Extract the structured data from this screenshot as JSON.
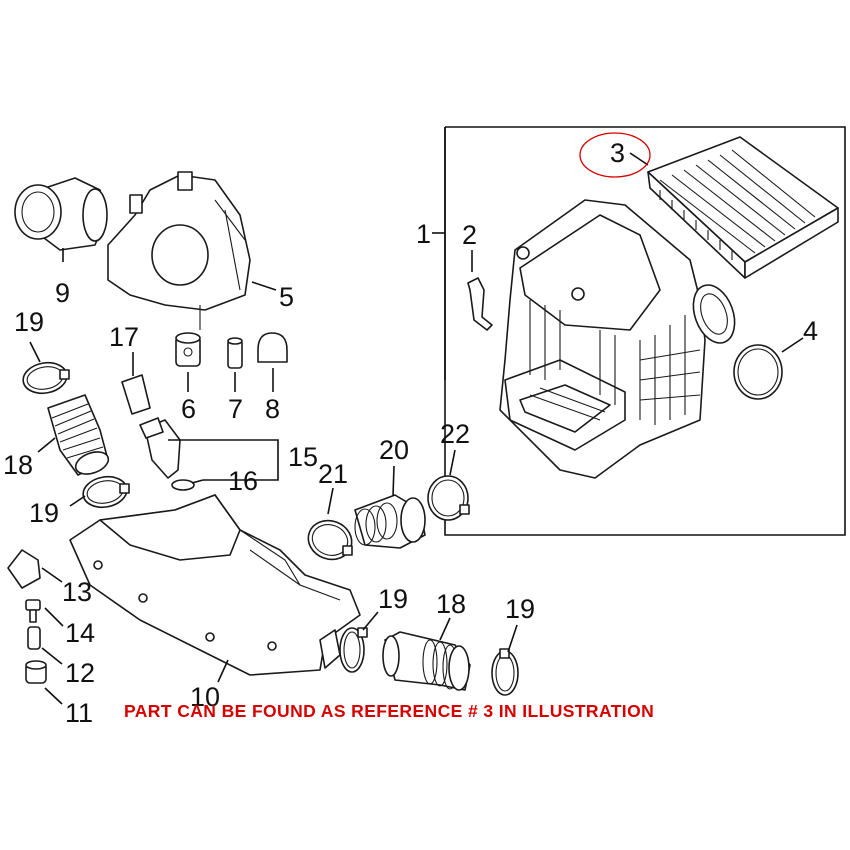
{
  "callouts": {
    "c1": "1",
    "c2": "2",
    "c3": "3",
    "c4": "4",
    "c5": "5",
    "c6": "6",
    "c7": "7",
    "c8": "8",
    "c9": "9",
    "c10": "10",
    "c11": "11",
    "c12": "12",
    "c13": "13",
    "c14": "14",
    "c15": "15",
    "c16": "16",
    "c17": "17",
    "c18a": "18",
    "c18b": "18",
    "c19a": "19",
    "c19b": "19",
    "c19c": "19",
    "c19d": "19",
    "c20": "20",
    "c21": "21",
    "c22": "22"
  },
  "note": "PART CAN BE FOUND AS REFERENCE # 3 IN ILLUSTRATION",
  "colors": {
    "highlight": "#d60000",
    "line": "#1a1a1a",
    "background": "#ffffff"
  }
}
